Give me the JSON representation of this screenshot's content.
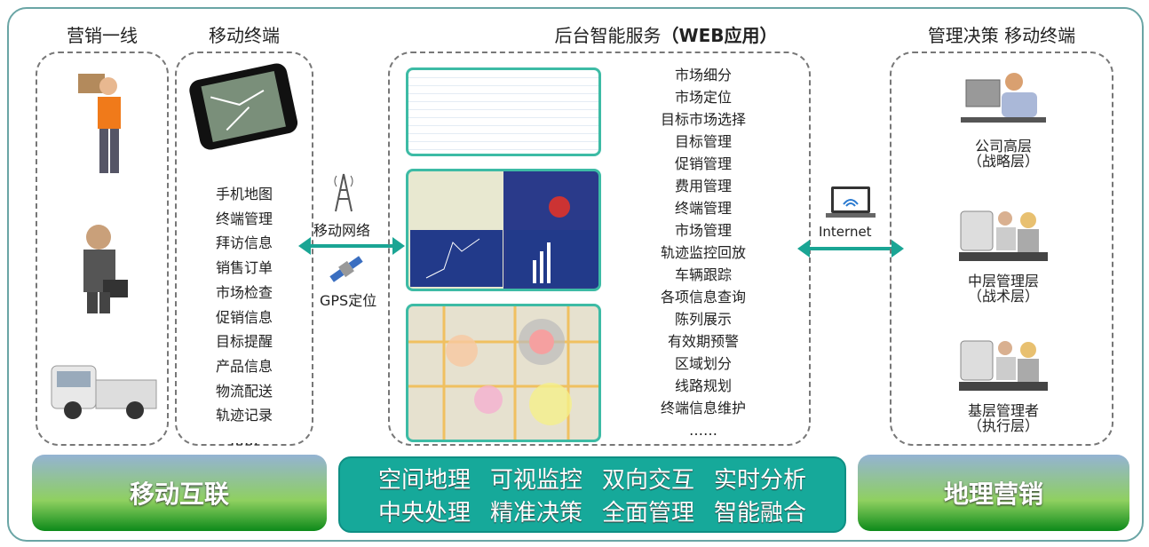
{
  "columns": {
    "frontline": {
      "title": "营销一线"
    },
    "mobile": {
      "title": "移动终端",
      "items": [
        "手机地图",
        "终端管理",
        "拜访信息",
        "销售订单",
        "市场检查",
        "促销信息",
        "目标提醒",
        "产品信息",
        "物流配送",
        "轨迹记录",
        "……"
      ]
    },
    "backend": {
      "title": "后台智能服务",
      "title_suffix": "（WEB应用）",
      "items": [
        "市场细分",
        "市场定位",
        "目标市场选择",
        "目标管理",
        "促销管理",
        "费用管理",
        "终端管理",
        "市场管理",
        "轨迹监控回放",
        "车辆跟踪",
        "各项信息查询",
        "陈列展示",
        "有效期预警",
        "区域划分",
        "线路规划",
        "终端信息维护",
        "……"
      ]
    },
    "management": {
      "title": "管理决策 移动终端",
      "roles": [
        {
          "name": "公司高层",
          "level": "（战略层）"
        },
        {
          "name": "中层管理层",
          "level": "（战术层）"
        },
        {
          "name": "基层管理者",
          "level": "（执行层）"
        }
      ]
    }
  },
  "links": {
    "mobile_network": "移动网络",
    "gps": "GPS定位",
    "internet": "Internet"
  },
  "bottom": {
    "left": "移动互联",
    "right": "地理营销",
    "features": [
      "空间地理",
      "可视监控",
      "双向交互",
      "实时分析",
      "中央处理",
      "精准决策",
      "全面管理",
      "智能融合"
    ]
  },
  "colors": {
    "accent": "#1aa594",
    "border": "#6aa5a5"
  }
}
